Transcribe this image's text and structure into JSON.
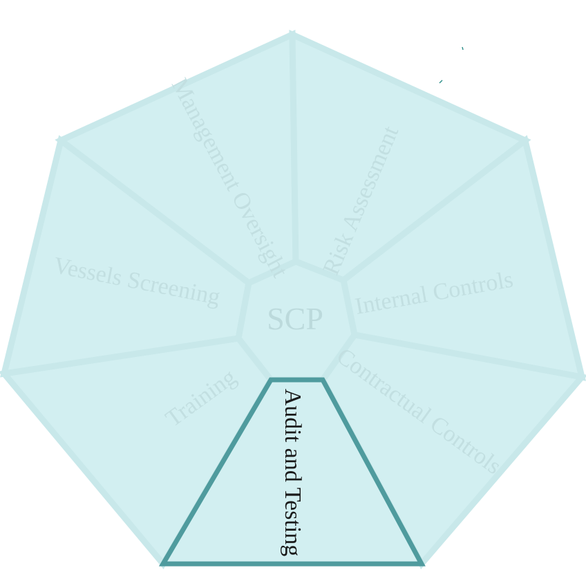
{
  "center": {
    "label": "SCP"
  },
  "segments": [
    {
      "label": "Management Oversight",
      "active": false
    },
    {
      "label": "Risk Assessment",
      "active": false
    },
    {
      "label": "Internal Controls",
      "active": false
    },
    {
      "label": "Contractual Controls",
      "active": false
    },
    {
      "label": "Audit and Testing",
      "active": true
    },
    {
      "label": "Training",
      "active": false
    },
    {
      "label": "Vessels Screening",
      "active": false
    }
  ],
  "colors": {
    "fill": "#d2eff1",
    "inactive_stroke": "#c8e8ea",
    "active_stroke": "#4f9b9e",
    "inactive_text": "#c2dfe1",
    "active_text": "#1a1a1a"
  }
}
